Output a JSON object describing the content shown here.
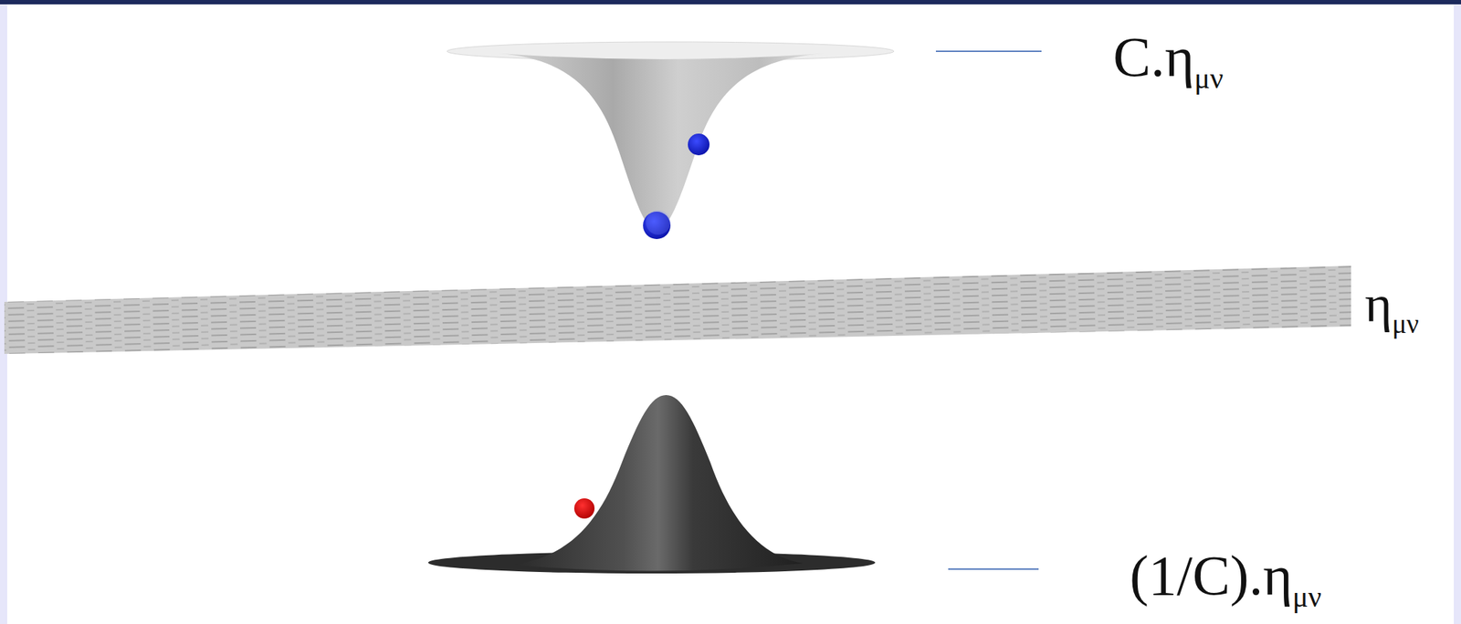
{
  "diagram": {
    "labels": [
      "C.η",
      "μν",
      "η",
      "μν",
      "(1/C).η",
      "μν"
    ]
  }
}
